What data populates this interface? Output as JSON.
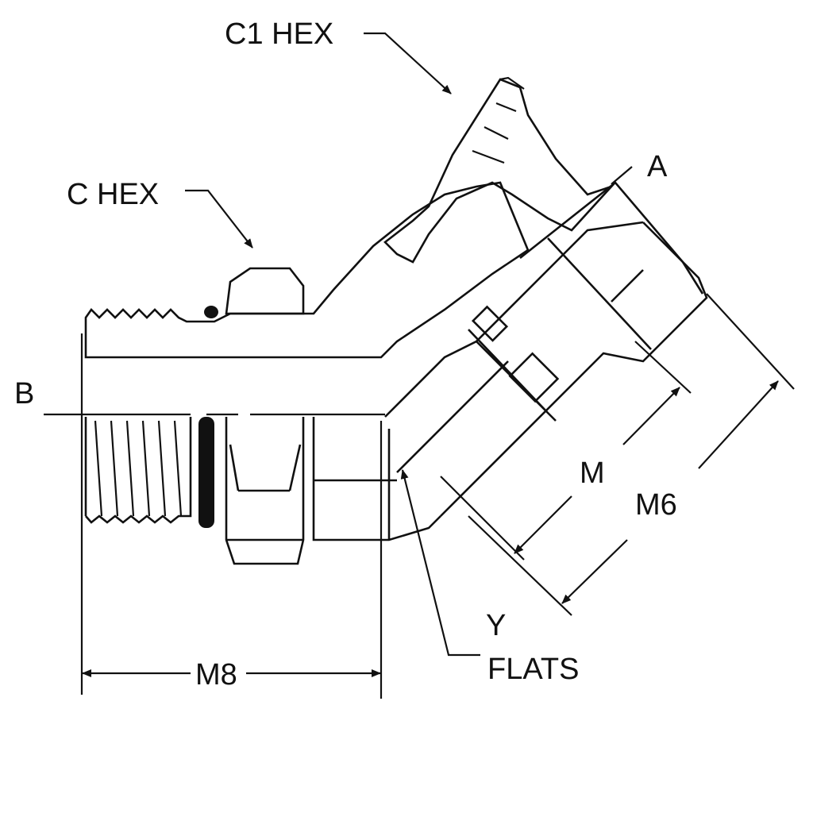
{
  "labels": {
    "c1_hex": "C1 HEX",
    "c_hex": "C HEX",
    "a": "A",
    "b": "B",
    "m": "M",
    "m6": "M6",
    "y": "Y",
    "flats": "FLATS",
    "m8": "M8"
  },
  "colors": {
    "ink": "#111111",
    "background": "#ffffff"
  }
}
